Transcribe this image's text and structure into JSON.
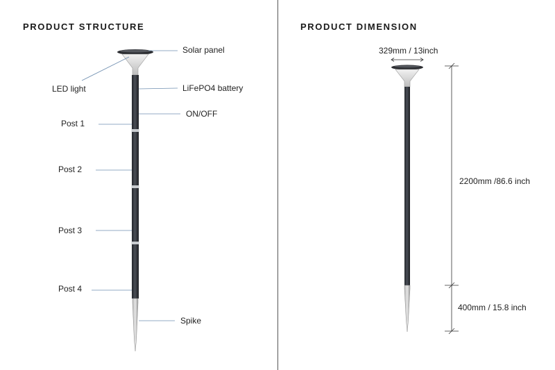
{
  "headings": {
    "structure": "PRODUCT STRUCTURE",
    "dimension": "PRODUCT DIMENSION"
  },
  "structure_labels": {
    "solar_panel": "Solar panel",
    "led_light": "LED light",
    "battery": "LiFePO4 battery",
    "on_off": "ON/OFF",
    "post1": "Post 1",
    "post2": "Post 2",
    "post3": "Post 3",
    "post4": "Post 4",
    "spike": "Spike"
  },
  "dimension_labels": {
    "width": "329mm / 13inch",
    "pole_height": "2200mm /86.6 inch",
    "spike_height": "400mm / 15.8 inch"
  },
  "colors": {
    "pole": "#3a3d44",
    "leader": "#6f8fb0",
    "dim_line": "#333333"
  }
}
